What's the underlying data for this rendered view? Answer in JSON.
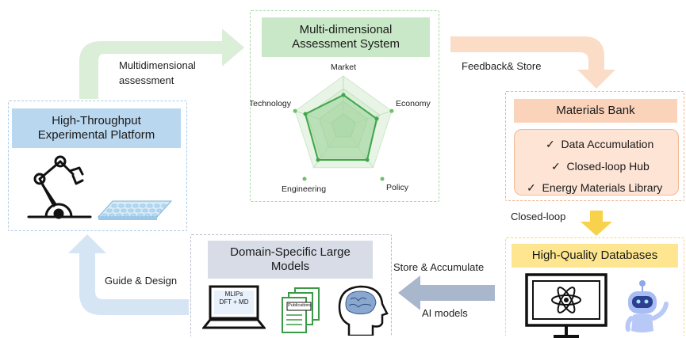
{
  "arrows": {
    "multidimensional_assessment": "Multidimensional\nassessment",
    "feedback_store": "Feedback& Store",
    "closed_loop": "Closed-loop",
    "store_accumulate": "Store & Accumulate",
    "ai_models": "AI models",
    "guide_design": "Guide & Design"
  },
  "assessment": {
    "title": "Multi-dimensional\nAssessment System",
    "axes": [
      "Market",
      "Economy",
      "Policy",
      "Engineering",
      "Technology"
    ]
  },
  "platform": {
    "title": "High-Throughput\nExperimental Platform"
  },
  "bank": {
    "title": "Materials Bank",
    "items": [
      "Data Accumulation",
      "Closed-loop Hub",
      "Energy Materials Library"
    ],
    "check": "✓"
  },
  "databases": {
    "title": "High-Quality Databases"
  },
  "models": {
    "title": "Domain-Specific Large\nModels",
    "laptop_text": "MLIPs\nDFT + MD",
    "doc_text": "Publications"
  },
  "colors": {
    "green_panel": "#cfe9cf",
    "blue_panel": "#bcd7ee",
    "peach_panel": "#fbd9c4",
    "yellow_panel": "#fde993",
    "gray_panel": "#d9dde6",
    "radar_green": "#3fa64a"
  }
}
